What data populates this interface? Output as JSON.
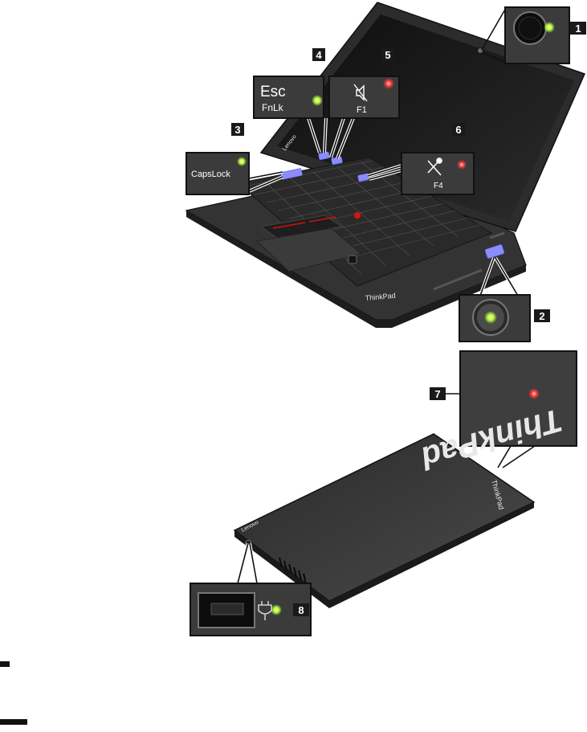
{
  "callouts": [
    {
      "number": "1",
      "indicator": "camera",
      "color": "green"
    },
    {
      "number": "2",
      "indicator": "power",
      "color": "green"
    },
    {
      "number": "3",
      "indicator": "caps-lock",
      "color": "green"
    },
    {
      "number": "4",
      "indicator": "fn-lock",
      "color": "green"
    },
    {
      "number": "5",
      "indicator": "speaker-mute",
      "color": "red"
    },
    {
      "number": "6",
      "indicator": "microphone-mute",
      "color": "red"
    },
    {
      "number": "7",
      "indicator": "system-status-logo",
      "color": "red"
    },
    {
      "number": "8",
      "indicator": "ac-power-status",
      "color": "green"
    }
  ],
  "keys": {
    "esc": "Esc",
    "fnlk": "FnLk",
    "f1": "F1",
    "capslock": "CapsLock",
    "f4": "F4"
  },
  "brand": {
    "thinkpad": "ThinkPad",
    "lenovo": "Lenovo"
  },
  "colors": {
    "led_green": "#b7ff3c",
    "led_red": "#ff3b3b",
    "key_highlight": "#8a8cff",
    "callout_box": "#1a1a1a",
    "body_dark": "#3a3a3a"
  }
}
